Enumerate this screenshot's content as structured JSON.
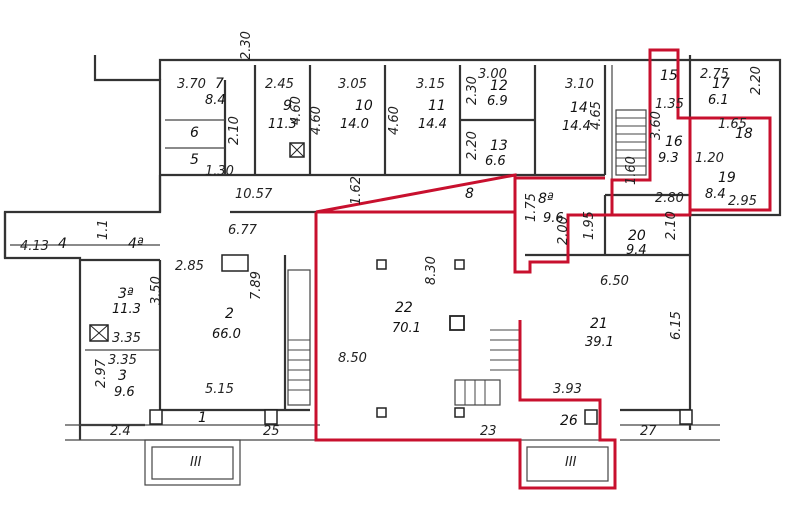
{
  "rooms": [
    {
      "id": "r7",
      "num": "7",
      "area": "8.4"
    },
    {
      "id": "r9",
      "num": "9",
      "area": "11.3"
    },
    {
      "id": "r10",
      "num": "10",
      "area": "14.0"
    },
    {
      "id": "r11",
      "num": "11",
      "area": "14.4"
    },
    {
      "id": "r12",
      "num": "12",
      "area": "6.9"
    },
    {
      "id": "r13",
      "num": "13",
      "area": "6.6"
    },
    {
      "id": "r14",
      "num": "14",
      "area": "14.4"
    },
    {
      "id": "r15",
      "num": "15",
      "area": ""
    },
    {
      "id": "r16",
      "num": "16",
      "area": "9.3"
    },
    {
      "id": "r17",
      "num": "17",
      "area": "6.1"
    },
    {
      "id": "r18",
      "num": "18",
      "area": ""
    },
    {
      "id": "r19",
      "num": "19",
      "area": "8.4"
    },
    {
      "id": "r6",
      "num": "6",
      "area": ""
    },
    {
      "id": "r5",
      "num": "5",
      "area": ""
    },
    {
      "id": "r8",
      "num": "8",
      "area": ""
    },
    {
      "id": "r8a",
      "num": "8ª",
      "area": "9.6"
    },
    {
      "id": "r20",
      "num": "20",
      "area": "9.4"
    },
    {
      "id": "r22",
      "num": "22",
      "area": "70.1"
    },
    {
      "id": "r21",
      "num": "21",
      "area": "39.1"
    },
    {
      "id": "r2",
      "num": "2",
      "area": "66.0"
    },
    {
      "id": "r3a",
      "num": "3ª",
      "area": "11.3"
    },
    {
      "id": "r3",
      "num": "3",
      "area": "9.6"
    },
    {
      "id": "r4",
      "num": "4",
      "area": ""
    },
    {
      "id": "r4a",
      "num": "4ª",
      "area": ""
    },
    {
      "id": "r1",
      "num": "1",
      "area": ""
    },
    {
      "id": "r26",
      "num": "26",
      "area": ""
    }
  ],
  "dims": {
    "d370": "3.70",
    "d245": "2.45",
    "d305": "3.05",
    "d315": "3.15",
    "d300": "3.00",
    "d310": "3.10",
    "d275": "2.75",
    "d230a": "2.30",
    "d460a": "4.60",
    "d460b": "4.60",
    "d460c": "4.60",
    "d230b": "2.30",
    "d465": "4.65",
    "d220a": "2.20",
    "d210": "2.10",
    "d130": "1.30",
    "d1057": "10.57",
    "d162": "1.62",
    "d135": "1.35",
    "d360": "3.60",
    "d165": "1.65",
    "d120": "1.20",
    "d280": "2.80",
    "d295": "2.95",
    "d220b": "2.20",
    "d677": "6.77",
    "d413": "4.13",
    "d285": "2.85",
    "d789": "7.89",
    "d830": "8.30",
    "d175": "1.75",
    "d200": "2.00",
    "d195": "1.95",
    "d210b": "2.10",
    "d650": "6.50",
    "d350": "3.50",
    "d335": "3.35",
    "d355": "3.35",
    "d297": "2.97",
    "d515": "5.15",
    "d850": "8.50",
    "d615": "6.15",
    "d393": "3.93",
    "d24": "2.4",
    "d25": "25",
    "d23": "23",
    "d27": "27",
    "d160": "1.60",
    "d11": "1.1"
  },
  "markers": {
    "entry1": "III",
    "entry2": "III"
  },
  "colors": {
    "wall": "#333333",
    "highlight": "#c8102e",
    "paper": "#ffffff"
  }
}
